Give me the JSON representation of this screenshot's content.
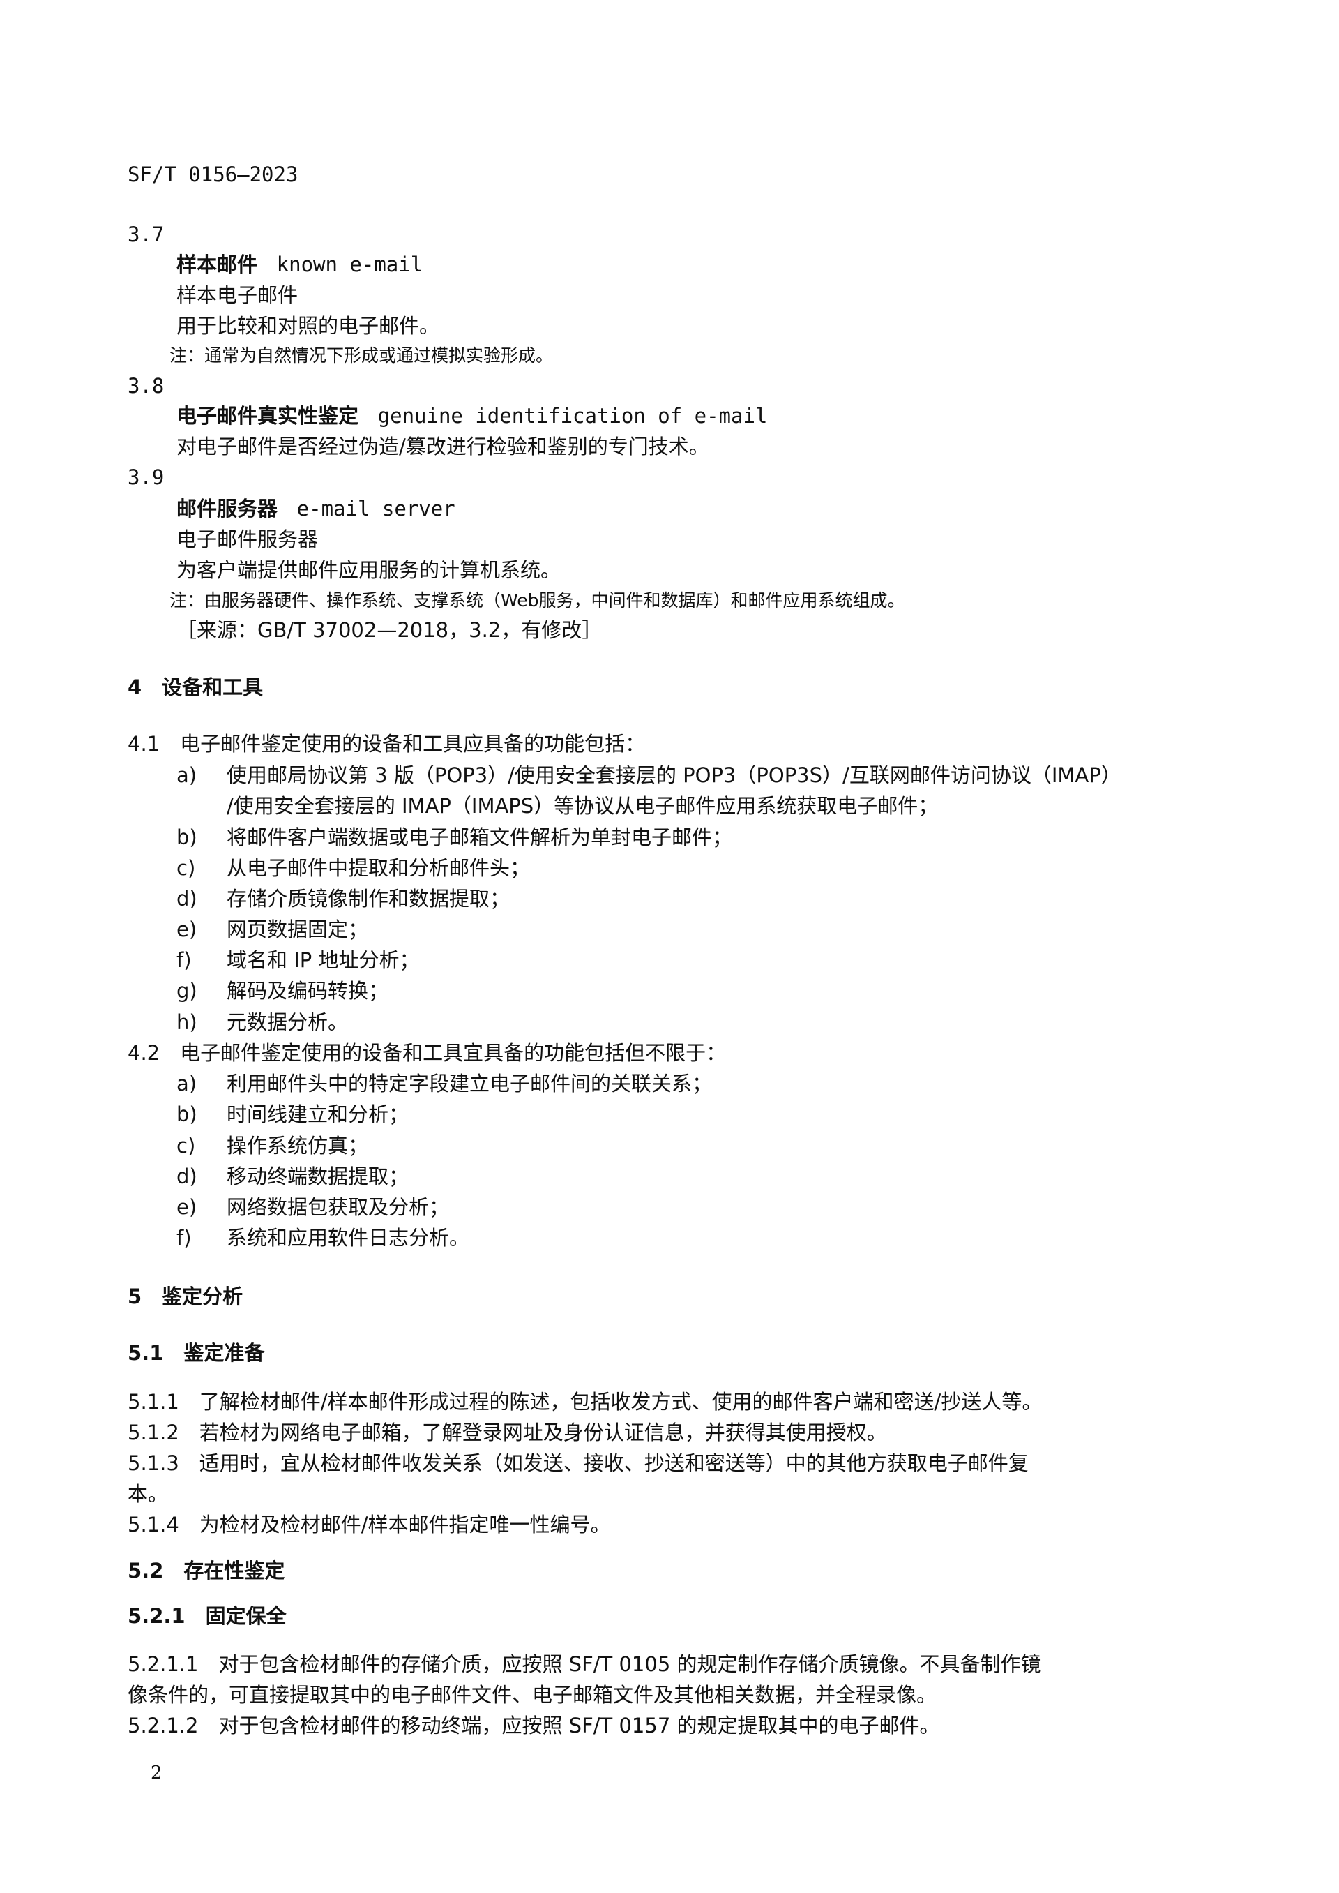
{
  "header": "SF/T 0156—2023",
  "t37": {
    "num": "3.7",
    "term_zh": "样本邮件",
    "term_en": "known e-mail",
    "synonym": "样本电子邮件",
    "definition": "用于比较和对照的电子邮件。",
    "note": "注：通常为自然情况下形成或通过模拟实验形成。"
  },
  "t38": {
    "num": "3.8",
    "term_zh": "电子邮件真实性鉴定",
    "term_en": "genuine identification of e-mail",
    "definition": "对电子邮件是否经过伪造/篡改进行检验和鉴别的专门技术。"
  },
  "t39": {
    "num": "3.9",
    "term_zh": "邮件服务器",
    "term_en": "e-mail server",
    "synonym": "电子邮件服务器",
    "definition": "为客户端提供邮件应用服务的计算机系统。",
    "note": "注：由服务器硬件、操作系统、支撑系统（Web服务，中间件和数据库）和邮件应用系统组成。",
    "source": "［来源：GB/T 37002—2018，3.2，有修改］"
  },
  "s4": {
    "heading": "4　设备和工具",
    "p41": {
      "lead": "4.1　电子邮件鉴定使用的设备和工具应具备的功能包括：",
      "items": [
        {
          "label": "a)",
          "text": "使用邮局协议第 3 版（POP3）/使用安全套接层的 POP3（POP3S）/互联网邮件访问协议（IMAP）"
        },
        {
          "label": "",
          "text": "/使用安全套接层的 IMAP（IMAPS）等协议从电子邮件应用系统获取电子邮件；"
        },
        {
          "label": "b)",
          "text": "将邮件客户端数据或电子邮箱文件解析为单封电子邮件；"
        },
        {
          "label": "c)",
          "text": "从电子邮件中提取和分析邮件头；"
        },
        {
          "label": "d)",
          "text": "存储介质镜像制作和数据提取；"
        },
        {
          "label": "e)",
          "text": "网页数据固定；"
        },
        {
          "label": "f)",
          "text": "域名和 IP 地址分析；"
        },
        {
          "label": "g)",
          "text": "解码及编码转换；"
        },
        {
          "label": "h)",
          "text": "元数据分析。"
        }
      ]
    },
    "p42": {
      "lead": "4.2　电子邮件鉴定使用的设备和工具宜具备的功能包括但不限于：",
      "items": [
        {
          "label": "a)",
          "text": "利用邮件头中的特定字段建立电子邮件间的关联关系；"
        },
        {
          "label": "b)",
          "text": "时间线建立和分析；"
        },
        {
          "label": "c)",
          "text": "操作系统仿真；"
        },
        {
          "label": "d)",
          "text": "移动终端数据提取；"
        },
        {
          "label": "e)",
          "text": "网络数据包获取及分析；"
        },
        {
          "label": "f)",
          "text": "系统和应用软件日志分析。"
        }
      ]
    }
  },
  "s5": {
    "heading": "5　鉴定分析",
    "s51": {
      "heading": "5.1　鉴定准备",
      "p511": "5.1.1　了解检材邮件/样本邮件形成过程的陈述，包括收发方式、使用的邮件客户端和密送/抄送人等。",
      "p512": "5.1.2　若检材为网络电子邮箱，了解登录网址及身份认证信息，并获得其使用授权。",
      "p513_l1": "5.1.3　适用时，宜从检材邮件收发关系（如发送、接收、抄送和密送等）中的其他方获取电子邮件复",
      "p513_l2": "本。",
      "p514": "5.1.4　为检材及检材邮件/样本邮件指定唯一性编号。"
    },
    "s52": {
      "heading": "5.2　存在性鉴定",
      "s521": "5.2.1　固定保全",
      "p5211_l1": "5.2.1.1　对于包含检材邮件的存储介质，应按照 SF/T 0105 的规定制作存储介质镜像。不具备制作镜",
      "p5211_l2": "像条件的，可直接提取其中的电子邮件文件、电子邮箱文件及其他相关数据，并全程录像。",
      "p5212": "5.2.1.2　对于包含检材邮件的移动终端，应按照 SF/T 0157 的规定提取其中的电子邮件。"
    }
  },
  "page_number": "2"
}
